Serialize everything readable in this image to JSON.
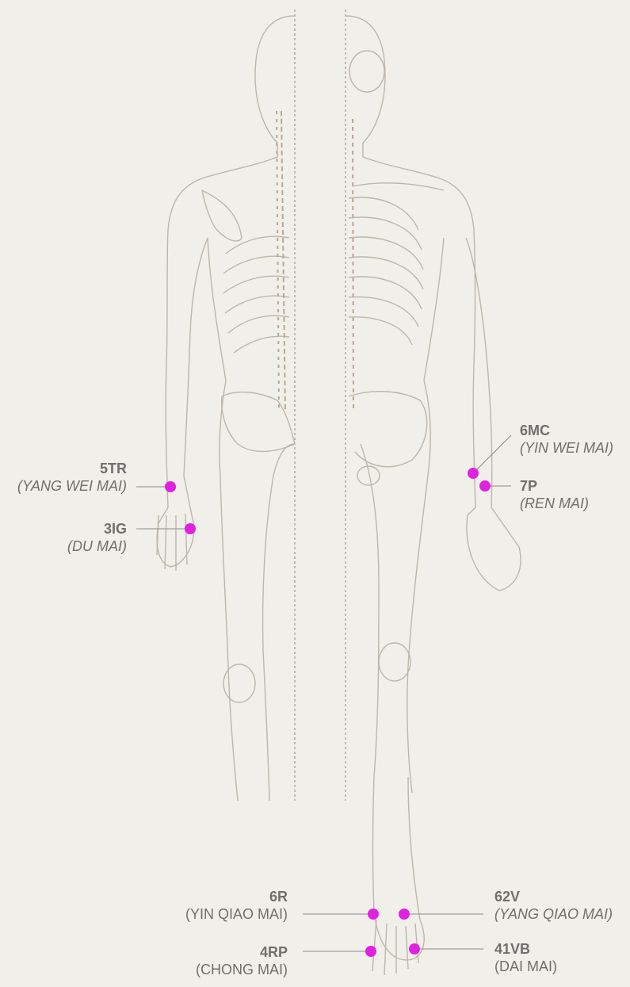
{
  "colors": {
    "background": "#f1efe9",
    "outline": "#bdb6aa",
    "spine": "#b9a891",
    "marker": "#e021e0",
    "leader": "#8a8a8a",
    "label": "#6f6f6f"
  },
  "icons": {
    "figure": "skeleton-figure-front-back",
    "point": "magenta-dot"
  },
  "points": {
    "p5tr": {
      "code": "5TR",
      "meridian": "(YANG WEI MAI)"
    },
    "p3ig": {
      "code": "3IG",
      "meridian": "(DU MAI)"
    },
    "p6mc": {
      "code": "6MC",
      "meridian": "(YIN WEI MAI)"
    },
    "p7p": {
      "code": "7P",
      "meridian": "(REN MAI)"
    },
    "p6r": {
      "code": "6R",
      "meridian": "(YIN QIAO MAI)"
    },
    "p4rp": {
      "code": "4RP",
      "meridian": "(CHONG MAI)"
    },
    "p62v": {
      "code": "62V",
      "meridian": "(YANG QIAO MAI)"
    },
    "p41vb": {
      "code": "41VB",
      "meridian": "(DAI MAI)"
    }
  }
}
